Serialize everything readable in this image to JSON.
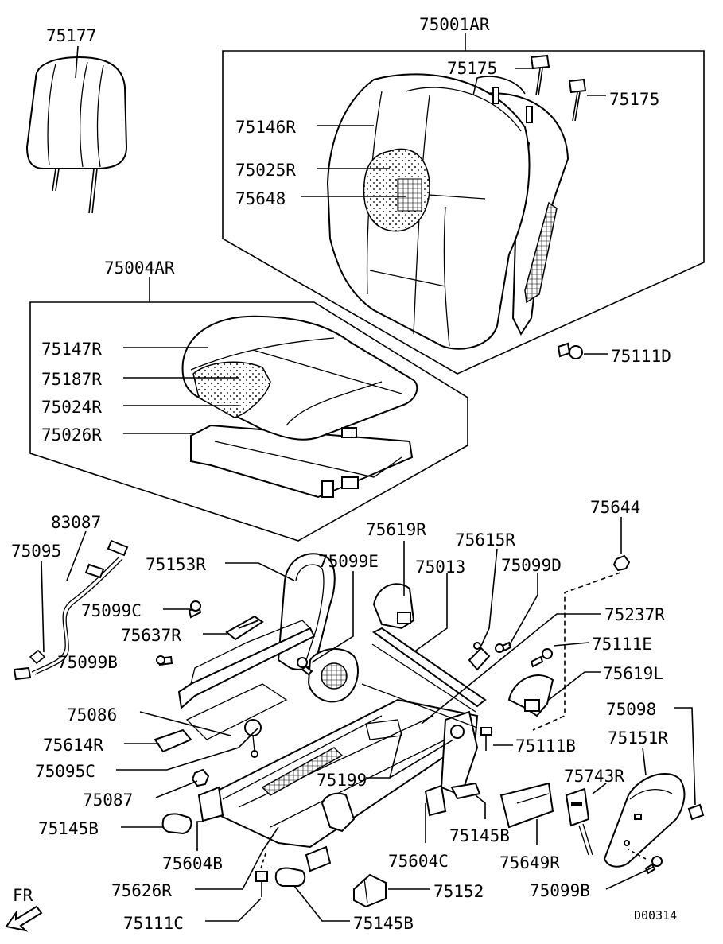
{
  "diagram_code": "D00314",
  "direction_label": "FR",
  "groups": {
    "seatback_assy": "75001AR",
    "cushion_assy": "75004AR"
  },
  "labels": {
    "headrest": "75177",
    "guide_left": "75175",
    "guide_right": "75175",
    "back_cover": "75146R",
    "back_pad_a": "75025R",
    "back_pad_b": "75648",
    "back_bolt": "75111D",
    "cushion_cover": "75147R",
    "cushion_pad_a": "75187R",
    "cushion_pad_b": "75024R",
    "cushion_pan": "75026R",
    "harness": "83087",
    "clip_a": "75095",
    "recliner_cover": "75153R",
    "screw_e": "75099E",
    "knob": "75619R",
    "rail_a": "75013",
    "clip_r": "75615R",
    "screw_d": "75099D",
    "nut_top": "75644",
    "screw_c": "75099C",
    "lever_cover": "75637R",
    "bracket_r": "75237R",
    "bolt_e": "75111E",
    "screw_b_left": "75099B",
    "knob_l": "75619L",
    "cover_86": "75086",
    "cover_side": "75098",
    "cover_614": "75614R",
    "side_shield": "75151R",
    "clip_95c": "75095C",
    "bolt_b": "75111B",
    "grommet": "75199",
    "nut_87": "75087",
    "belt_buckle": "75743R",
    "cap_left": "75145B",
    "cap_right": "75145B",
    "bracket_604b": "75604B",
    "bracket_604c": "75604C",
    "cover_649": "75649R",
    "frame": "75626R",
    "cover_152": "75152",
    "screw_b_right": "75099B",
    "bolt_c": "75111C",
    "cap_bottom": "75145B"
  }
}
